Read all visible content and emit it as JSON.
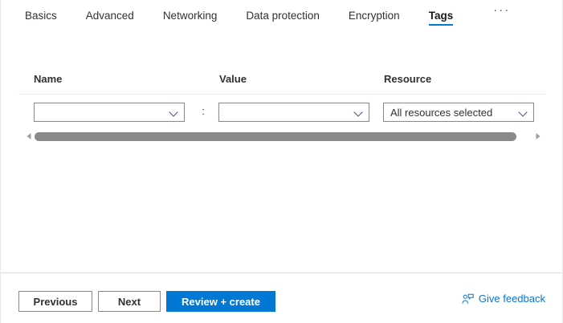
{
  "wizard": {
    "tabs": [
      {
        "label": "Basics",
        "active": false
      },
      {
        "label": "Advanced",
        "active": false
      },
      {
        "label": "Networking",
        "active": false
      },
      {
        "label": "Data protection",
        "active": false
      },
      {
        "label": "Encryption",
        "active": false
      },
      {
        "label": "Tags",
        "active": true
      }
    ],
    "overflow_label": "···"
  },
  "tags_form": {
    "columns": {
      "name": "Name",
      "value": "Value",
      "resource": "Resource"
    },
    "separator": ":",
    "rows": [
      {
        "name_value": "",
        "value_value": "",
        "resource_value": "All resources selected"
      }
    ],
    "chevron_icon": "chevron-down-icon"
  },
  "scrollbar": {
    "left_arrow_icon": "scroll-left-arrow-icon",
    "right_arrow_icon": "scroll-right-arrow-icon",
    "thumb_position_percent": 0,
    "thumb_width_percent": 95
  },
  "footer": {
    "previous_label": "Previous",
    "next_label": "Next",
    "review_label": "Review + create",
    "feedback_label": "Give feedback",
    "feedback_icon": "feedback-person-icon"
  },
  "colors": {
    "accent": "#0078d4",
    "text": "#323130",
    "border": "#8a8886",
    "divider": "#edebe9",
    "scroll_thumb": "#8a8a8a"
  }
}
